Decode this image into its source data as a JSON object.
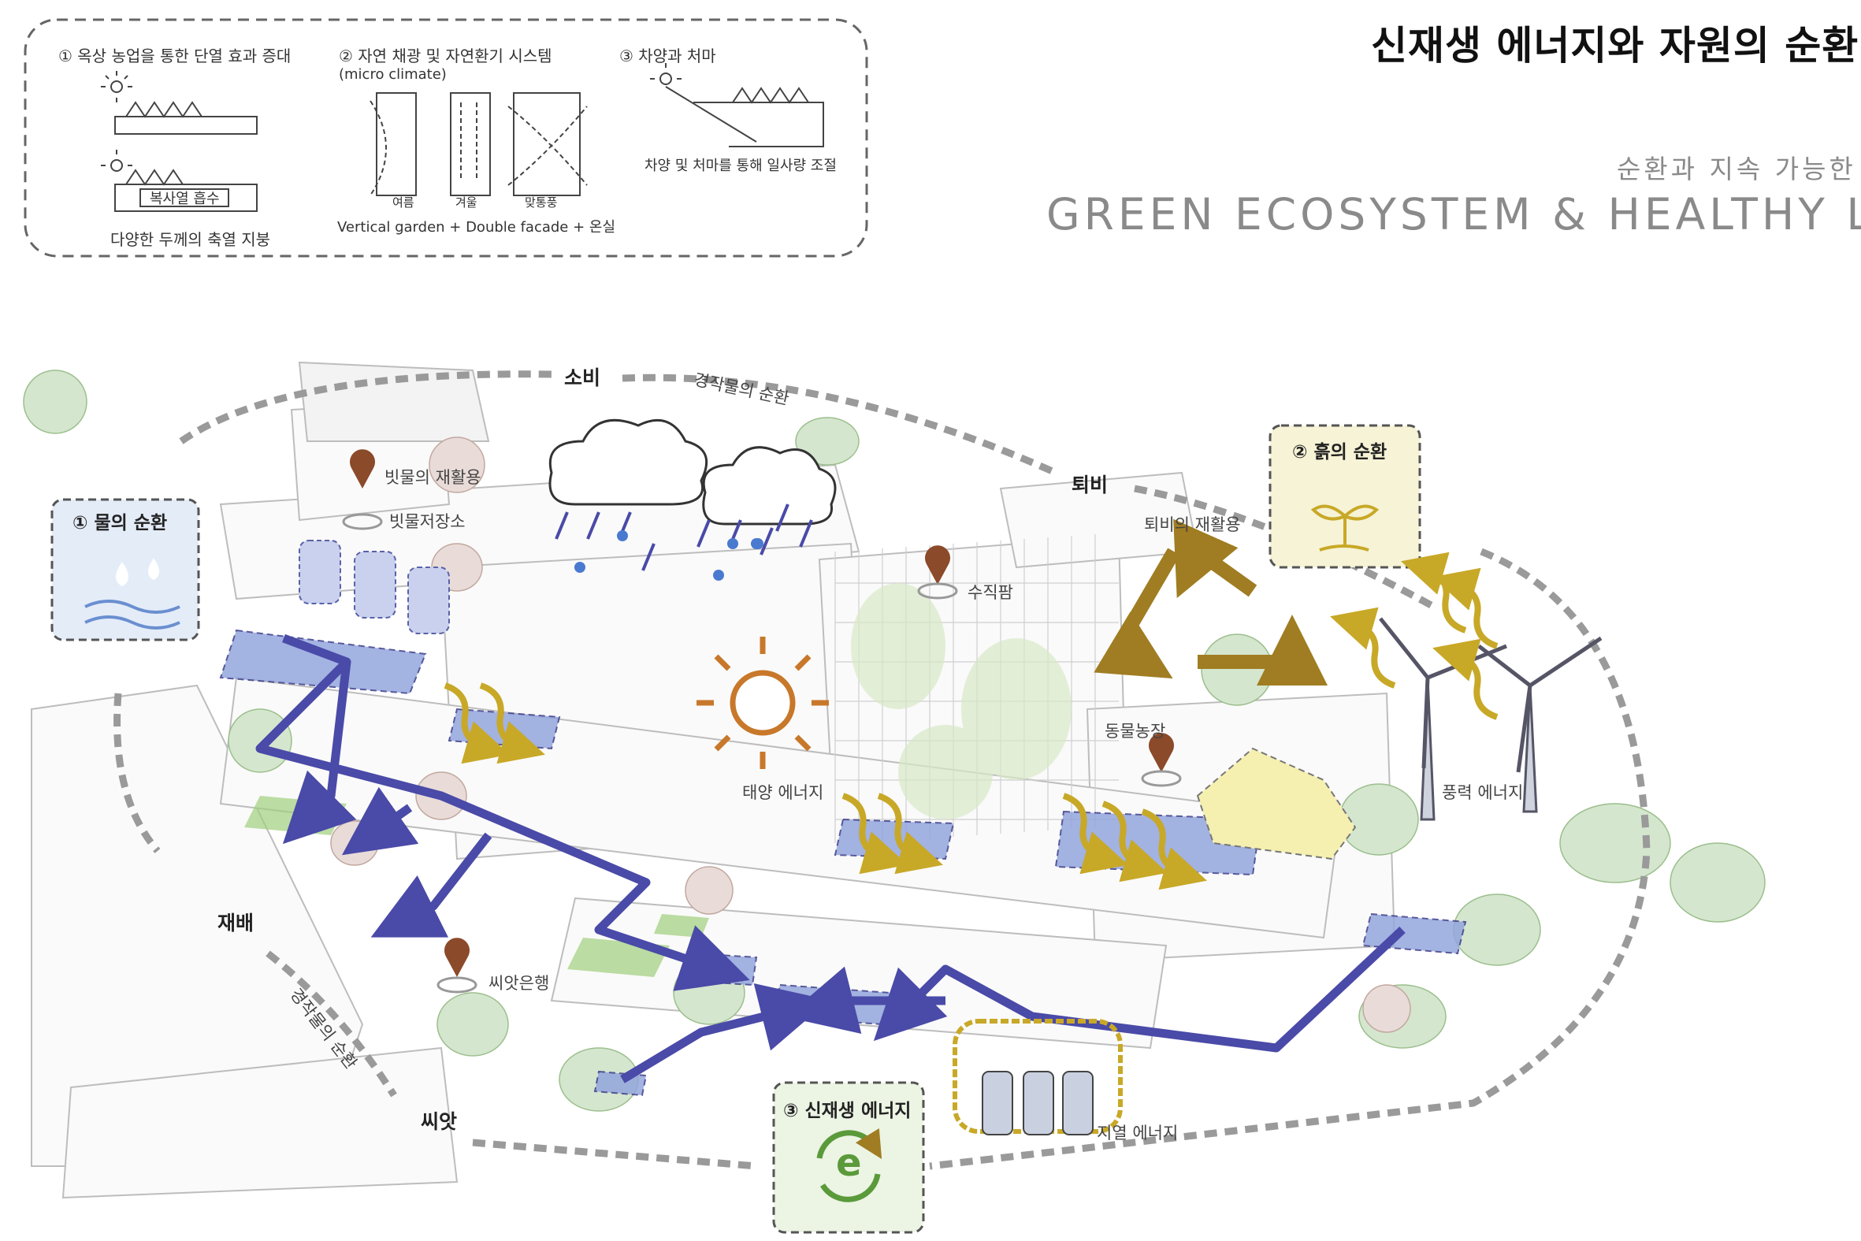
{
  "header": {
    "title": "신재생 에너지와 자원의 순환",
    "subtitle": "순환과 지속 가능한",
    "title_en": "GREEN ECOSYSTEM & HEALTHY LIFE"
  },
  "legend": {
    "item1": {
      "title": "① 옥상 농업을 통한 단열 효과 증대",
      "label_absorb": "복사열 흡수",
      "caption": "다양한 두께의 축열 지붕"
    },
    "item2": {
      "title": "② 자연 채광 및 자연환기 시스템",
      "title_sub": "(micro climate)",
      "season_summer": "여름",
      "season_winter": "겨울",
      "season_cross": "맞통풍",
      "caption": "Vertical garden + Double facade + 온실"
    },
    "item3": {
      "title": "③ 차양과 처마",
      "caption": "차양 및 처마를 통해 일사량 조절"
    }
  },
  "diagram": {
    "cycle_labels": {
      "consume": "소비",
      "compost": "퇴비",
      "cultivate": "재배",
      "seed": "씨앗",
      "crop_cycle_top": "경작물의 순환",
      "crop_cycle_left": "경작물의 순환"
    },
    "boxes": {
      "water": "① 물의 순환",
      "soil": "② 흙의 순환",
      "energy": "③ 신재생 에너지"
    },
    "labels": {
      "rain_reuse": "빗물의 재활용",
      "rain_storage": "빗물저장소",
      "vertical_farm": "수직팜",
      "compost_reuse": "퇴비의 재활용",
      "animal_farm": "동물농장",
      "solar": "태양 에너지",
      "wind": "풍력 에너지",
      "seed_bank": "씨앗은행",
      "geothermal": "지열 에너지",
      "energy_glyph": "e"
    }
  },
  "colors": {
    "water_path": "#4a4aa8",
    "water_fill": "#7f95d6",
    "arrow_gold": "#c8a827",
    "sun": "#c8782a",
    "recycle": "#a07d22",
    "pin": "#8b4a2a",
    "green_zone": "#8fc46a",
    "soil_box": "#f6f3d6",
    "energy_box": "#ecf4e4",
    "energy_glyph": "#5a9a3a",
    "geo_loop": "#c8a827",
    "dash_gray": "#9a9a9a"
  }
}
